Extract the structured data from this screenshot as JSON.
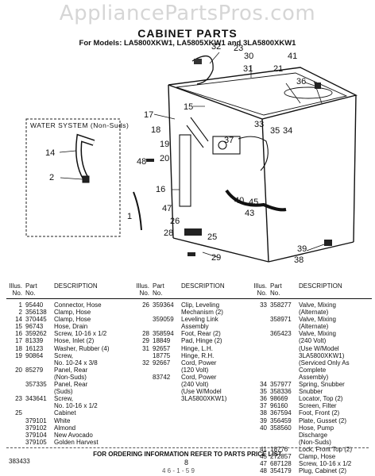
{
  "watermark": "AppliancePartsPros.com",
  "title": "CABINET PARTS",
  "subtitle": "For Models: LA5800XKW1, LA5805XKW1 and 3LA5800XKW1",
  "water_system_label": "WATER SYSTEM (Non-Suds)",
  "callouts": [
    "32",
    "23",
    "30",
    "31",
    "41",
    "21",
    "36",
    "15",
    "17",
    "18",
    "33",
    "37",
    "35",
    "34",
    "19",
    "20",
    "14",
    "48",
    "2",
    "16",
    "47",
    "40",
    "45",
    "26",
    "28",
    "25",
    "29",
    "39",
    "38",
    "1",
    "43"
  ],
  "table_headers": {
    "illus": "Illus.\nNo.",
    "part": "Part\nNo.",
    "desc": "DESCRIPTION"
  },
  "columns": [
    [
      {
        "illus": "1",
        "part": "95440",
        "desc": "Connector, Hose"
      },
      {
        "illus": "2",
        "part": "356138",
        "desc": "Clamp, Hose"
      },
      {
        "illus": "14",
        "part": "370445",
        "desc": "Clamp, Hose"
      },
      {
        "illus": "15",
        "part": "96743",
        "desc": "Hose, Drain"
      },
      {
        "illus": "16",
        "part": "359262",
        "desc": "Screw, 10-16 x 1/2"
      },
      {
        "illus": "17",
        "part": "81339",
        "desc": "Hose, Inlet (2)"
      },
      {
        "illus": "18",
        "part": "16123",
        "desc": "Washer, Rubber (4)"
      },
      {
        "illus": "19",
        "part": "90864",
        "desc": "Screw,\nNo. 10-24 x 3/8"
      },
      {
        "illus": "20",
        "part": "85279",
        "desc": "Panel, Rear\n(Non-Suds)"
      },
      {
        "illus": "",
        "part": "357335",
        "desc": "Panel, Rear\n(Suds)"
      },
      {
        "illus": "23",
        "part": "343641",
        "desc": "Screw,\nNo. 10-16 x 1/2"
      },
      {
        "illus": "25",
        "part": "",
        "desc": "Cabinet"
      },
      {
        "illus": "",
        "part": "379101",
        "desc": "White"
      },
      {
        "illus": "",
        "part": "379102",
        "desc": "Almond"
      },
      {
        "illus": "",
        "part": "379104",
        "desc": "New Avocado"
      },
      {
        "illus": "",
        "part": "379105",
        "desc": "Golden Harvest"
      }
    ],
    [
      {
        "illus": "26",
        "part": "359364",
        "desc": "Clip, Leveling\nMechanism (2)"
      },
      {
        "illus": "",
        "part": "359059",
        "desc": "Leveling Link\nAssembly"
      },
      {
        "illus": "28",
        "part": "358594",
        "desc": "Foot, Rear (2)"
      },
      {
        "illus": "29",
        "part": "18849",
        "desc": "Pad, Hinge (2)"
      },
      {
        "illus": "31",
        "part": "92657",
        "desc": "Hinge, L.H."
      },
      {
        "illus": "",
        "part": "18775",
        "desc": "Hinge, R.H."
      },
      {
        "illus": "32",
        "part": "92667",
        "desc": "Cord, Power\n(120 Volt)"
      },
      {
        "illus": "",
        "part": "83742",
        "desc": "Cord, Power\n(240 Volt)\n(Use W/Model\n3LA5800XKW1)"
      }
    ],
    [
      {
        "illus": "33",
        "part": "358277",
        "desc": "Valve, Mixing\n(Alternate)"
      },
      {
        "illus": "",
        "part": "358971",
        "desc": "Valve, Mixing\n(Alternate)"
      },
      {
        "illus": "",
        "part": "365423",
        "desc": "Valve, Mixing\n(240 Volt)\n(Use W/Model\n3LA5800XKW1)\n(Serviced Only As\nComplete\nAssembly)"
      },
      {
        "illus": "34",
        "part": "357977",
        "desc": "Spring, Snubber"
      },
      {
        "illus": "35",
        "part": "358336",
        "desc": "Snubber"
      },
      {
        "illus": "36",
        "part": "98669",
        "desc": "Locator, Top (2)"
      },
      {
        "illus": "37",
        "part": "96160",
        "desc": "Screen, Filter"
      },
      {
        "illus": "38",
        "part": "367594",
        "desc": "Foot, Front (2)"
      },
      {
        "illus": "39",
        "part": "356459",
        "desc": "Plate, Gusset (2)"
      },
      {
        "illus": "40",
        "part": "358560",
        "desc": "Hose, Pump\nDischarge\n(Non-Suds)"
      },
      {
        "illus": "41",
        "part": "18776",
        "desc": "Lock, Front Top (2)"
      },
      {
        "illus": "45",
        "part": "272857",
        "desc": "Clamp, Hose"
      },
      {
        "illus": "47",
        "part": "687128",
        "desc": "Screw, 10-16 x 1/2"
      },
      {
        "illus": "48",
        "part": "354179",
        "desc": "Plug, Cabinet (2)"
      }
    ]
  ],
  "footer_note": "FOR ORDERING INFORMATION REFER TO PARTS PRICE LIST",
  "footer_left": "383433",
  "page_number": "8",
  "stamp": "4 6 - 1 - 5 9"
}
